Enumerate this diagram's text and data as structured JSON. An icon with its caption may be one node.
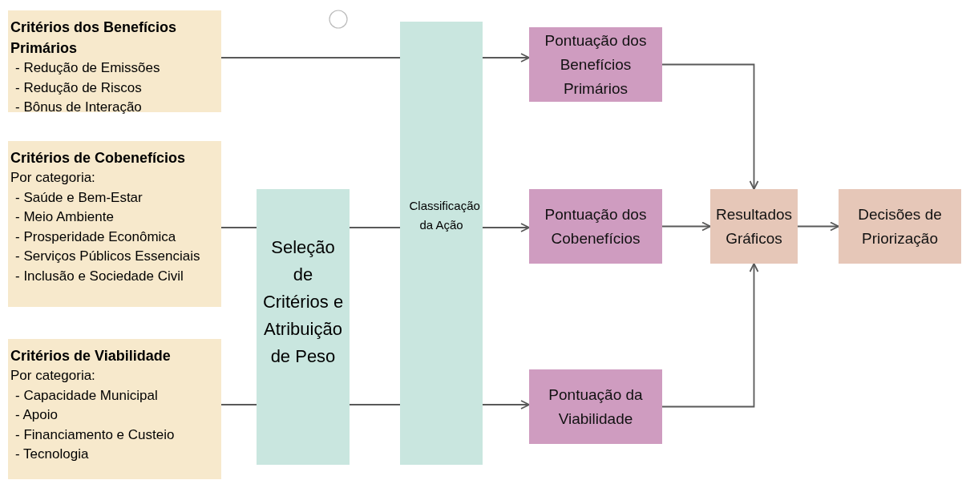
{
  "diagram": {
    "nodes": [
      {
        "text": [
          "Critérios dos Benefícios Primários",
          "- Redução de Emissões",
          "- Redução de Riscos",
          "- Bônus de Interação"
        ]
      },
      {
        "text": [
          "Critérios de Cobenefícios",
          "Por categoria:",
          "- Saúde e Bem-Estar",
          "- Meio Ambiente",
          "- Prosperidade Econômica",
          "- Serviços Públicos Essenciais",
          "- Inclusão e Sociedade Civil"
        ]
      },
      {
        "text": [
          "Critérios de Viabilidade",
          "Por categoria:",
          "- Capacidade Municipal",
          "- Apoio",
          "- Financiamento e Custeio",
          "- Tecnologia"
        ]
      },
      {
        "text": [
          "Seleção de Critérios e Atribuição de Peso"
        ]
      },
      {
        "text": [
          "Classificação da Ação"
        ]
      },
      {
        "text": [
          "Pontuação dos Benefícios Primários"
        ]
      },
      {
        "text": [
          "Pontuação dos Cobenefícios"
        ]
      },
      {
        "text": [
          "Pontuação da Viabilidade"
        ]
      },
      {
        "text": [
          "Resultados Gráficos"
        ]
      },
      {
        "text": [
          "Decisões de Priorização"
        ]
      }
    ],
    "edges": [
      {
        "from": 0,
        "to": 4,
        "arrow": "none"
      },
      {
        "from": 4,
        "to": 5,
        "arrow": "to"
      },
      {
        "from": 1,
        "to": 3,
        "arrow": "none"
      },
      {
        "from": 3,
        "to": 4,
        "arrow": "none"
      },
      {
        "from": 4,
        "to": 6,
        "arrow": "to"
      },
      {
        "from": 2,
        "to": 3,
        "arrow": "none"
      },
      {
        "from": 3,
        "to": 4,
        "arrow": "none"
      },
      {
        "from": 4,
        "to": 7,
        "arrow": "to"
      },
      {
        "from": 5,
        "to": 8,
        "arrow": "to"
      },
      {
        "from": 6,
        "to": 8,
        "arrow": "to"
      },
      {
        "from": 7,
        "to": 8,
        "arrow": "to"
      },
      {
        "from": 8,
        "to": 9,
        "arrow": "to"
      }
    ]
  }
}
